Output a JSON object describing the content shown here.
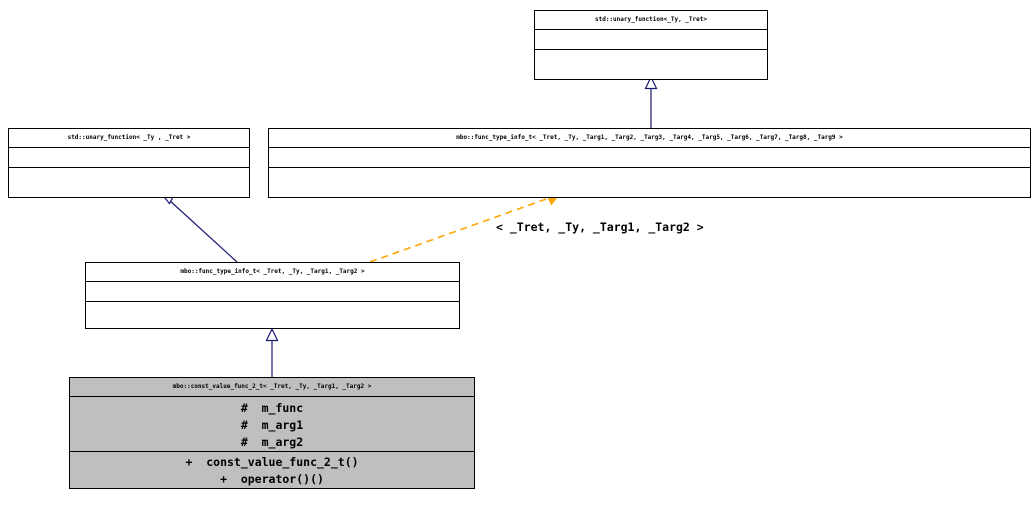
{
  "diagram": {
    "type": "uml-inheritance-diagram",
    "colors": {
      "background": "#ffffff",
      "box_fill": "#ffffff",
      "box_highlight_fill": "#bfbfbf",
      "border": "#000000",
      "inheritance_edge": "#191970",
      "template_binding_edge": "#ffa500",
      "text": "#000000"
    },
    "classes": [
      {
        "id": "std-unary-function-top",
        "title": "std::unary_function<_Ty, _Tret>",
        "attributes": [],
        "operations": [],
        "highlighted": false
      },
      {
        "id": "std-unary-function-left",
        "title": "std::unary_function< _Ty , _Tret >",
        "attributes": [],
        "operations": [],
        "highlighted": false
      },
      {
        "id": "mbo-func-type-info-t-9",
        "title": "mbo::func_type_info_t< _Tret, _Ty, _Targ1, _Targ2, _Targ3, _Targ4, _Targ5, _Targ6, _Targ7, _Targ8, _Targ9 >",
        "attributes": [],
        "operations": [],
        "highlighted": false
      },
      {
        "id": "mbo-func-type-info-t-2",
        "title": "mbo::func_type_info_t< _Tret, _Ty, _Targ1, _Targ2 >",
        "attributes": [],
        "operations": [],
        "highlighted": false
      },
      {
        "id": "mbo-const-value-func-2-t",
        "title": "mbo::const_value_func_2_t< _Tret, _Ty, _Targ1, _Targ2 >",
        "attributes": [
          "#  m_func",
          "#  m_arg1",
          "#  m_arg2"
        ],
        "operations": [
          "+  const_value_func_2_t()",
          "+  operator()()"
        ],
        "highlighted": true
      }
    ],
    "edges": [
      {
        "id": "edge-generalization-top",
        "kind": "generalization",
        "from": "mbo-func-type-info-t-9",
        "to": "std-unary-function-top",
        "label": ""
      },
      {
        "id": "edge-generalization-left",
        "kind": "generalization",
        "from": "mbo-func-type-info-t-2",
        "to": "std-unary-function-left",
        "label": ""
      },
      {
        "id": "edge-generalization-bottom",
        "kind": "generalization",
        "from": "mbo-const-value-func-2-t",
        "to": "mbo-func-type-info-t-2",
        "label": ""
      },
      {
        "id": "edge-template-binding",
        "kind": "template-binding",
        "from": "mbo-func-type-info-t-2",
        "to": "mbo-func-type-info-t-9",
        "label": "< _Tret, _Ty, _Targ1, _Targ2 >"
      }
    ]
  }
}
